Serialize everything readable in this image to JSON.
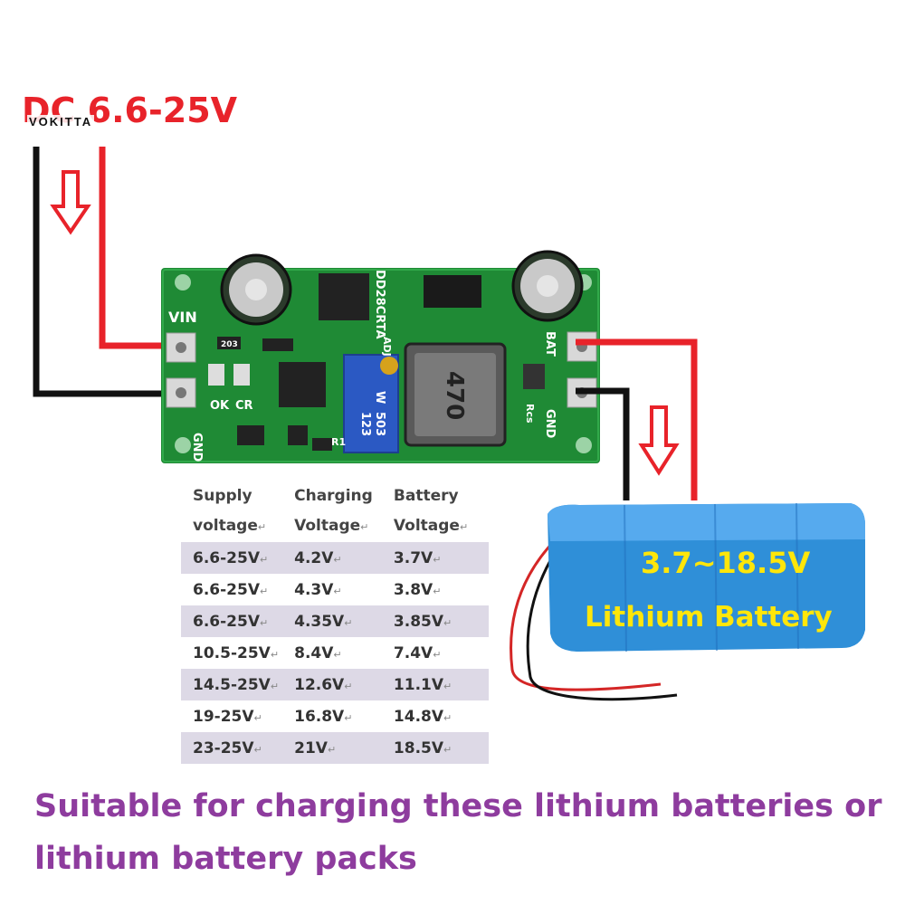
{
  "supply_label": "DC 6.6-25V",
  "brand": "VOKITTA",
  "board": {
    "model": "DD28CRTA",
    "adj_label": "ADJ",
    "vin_label": "VIN",
    "gnd_label_left": "GND",
    "bat_label": "BAT",
    "gnd_label_right": "GND",
    "ok_label": "OK",
    "cr_label": "CR",
    "r1_label": "R1",
    "rcs_label": "Rcs",
    "inductor_marking": "470",
    "pot_marking_1": "123",
    "pot_marking_2": "503",
    "pot_marking_3": "W",
    "resistor_marking": "203"
  },
  "table": {
    "headers": [
      [
        "Supply",
        "voltage"
      ],
      [
        "Charging",
        "Voltage"
      ],
      [
        "Battery",
        "Voltage"
      ]
    ],
    "rows": [
      [
        "6.6-25V",
        "4.2V",
        "3.7V"
      ],
      [
        "6.6-25V",
        "4.3V",
        "3.8V"
      ],
      [
        "6.6-25V",
        "4.35V",
        "3.85V"
      ],
      [
        "10.5-25V",
        "8.4V",
        "7.4V"
      ],
      [
        "14.5-25V",
        "12.6V",
        "11.1V"
      ],
      [
        "19-25V",
        "16.8V",
        "14.8V"
      ],
      [
        "23-25V",
        "21V",
        "18.5V"
      ]
    ]
  },
  "battery": {
    "voltage_range": "3.7~18.5V",
    "label": "Lithium Battery"
  },
  "caption": "Suitable for charging these lithium batteries or lithium battery packs",
  "colors": {
    "wire_red": "#e8232a",
    "wire_black": "#111111",
    "pcb_green": "#1f8a35",
    "battery_blue": "#2f8fd8",
    "caption_purple": "#8e3c9e",
    "battery_text_yellow": "#ffe60a",
    "table_shade": "#ddd9e6"
  }
}
